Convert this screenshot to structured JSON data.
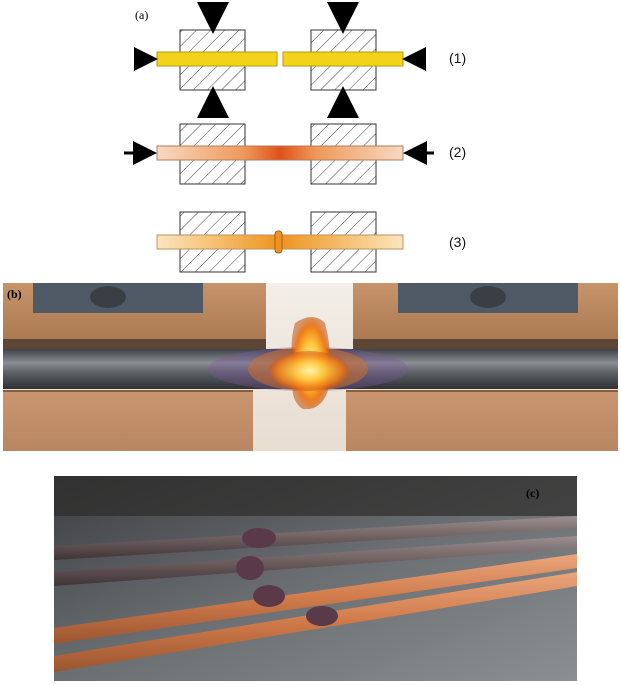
{
  "panel_a": {
    "label": "(a)",
    "steps": [
      {
        "label": "(1)"
      },
      {
        "label": "(2)"
      },
      {
        "label": "(3)"
      }
    ]
  },
  "panel_b": {
    "label": "(b)"
  },
  "panel_c": {
    "label": "(c)"
  },
  "colors": {
    "rod_cold": "#f3d21a",
    "rod_hot": "#e2571a",
    "rod_warm": "#f6cfa8",
    "clamp_outline": "#333333",
    "copper_block": "#b9845b",
    "steel_rod": "#5b5f63"
  }
}
